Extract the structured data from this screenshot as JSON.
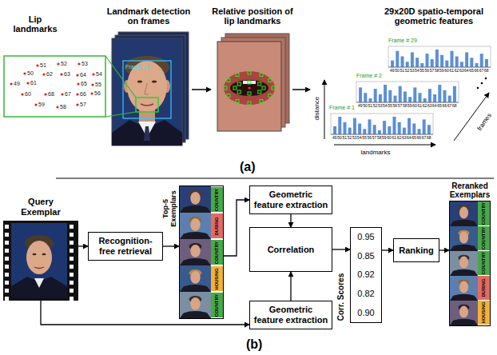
{
  "diagram": {
    "nodes": [
      {
        "text": [
          "Query Exemplar"
        ]
      },
      {
        "text": [
          "Recognition-free retrieval"
        ]
      },
      {
        "text": [
          "Top-5 Exemplars"
        ]
      },
      {
        "text": [
          "COUNTRY"
        ],
        "in": 2
      },
      {
        "text": [
          "DURING"
        ],
        "in": 2
      },
      {
        "text": [
          "COUNTRY"
        ],
        "in": 2
      },
      {
        "text": [
          "HOUSING"
        ],
        "in": 2
      },
      {
        "text": [
          "COUNTRY"
        ],
        "in": 2
      },
      {
        "text": [
          "Geometric feature extraction"
        ]
      },
      {
        "text": [
          "Correlation"
        ]
      },
      {
        "text": [
          "Geometric feature extraction"
        ]
      },
      {
        "text": [
          "Corr. Scores",
          "0.95",
          "0.85",
          "0.92",
          "0.82",
          "0.90"
        ]
      },
      {
        "text": [
          "Ranking"
        ]
      },
      {
        "text": [
          "Reranked Exemplars"
        ]
      },
      {
        "text": [
          "COUNTRY"
        ],
        "in": 13
      },
      {
        "text": [
          "COUNTRY"
        ],
        "in": 13
      },
      {
        "text": [
          "COUNTRY"
        ],
        "in": 13
      },
      {
        "text": [
          "DURING"
        ],
        "in": 13
      },
      {
        "text": [
          "HOUSING"
        ],
        "in": 13
      }
    ],
    "edges": [
      {
        "from": 0,
        "to": 1,
        "arrow": "to"
      },
      {
        "from": 0,
        "to": 10,
        "arrow": "to"
      },
      {
        "from": 1,
        "to": 2,
        "arrow": "to"
      },
      {
        "from": 2,
        "to": 8,
        "arrow": "to"
      },
      {
        "from": 8,
        "to": 9,
        "arrow": "to"
      },
      {
        "from": 10,
        "to": 9,
        "arrow": "to"
      },
      {
        "from": 9,
        "to": 11,
        "arrow": "to"
      },
      {
        "from": 11,
        "to": 12,
        "arrow": "to"
      },
      {
        "from": 12,
        "to": 13,
        "arrow": "to"
      }
    ],
    "labels": [
      "Lip landmarks",
      "Landmark detection on frames",
      "Relative position of lip landmarks",
      "29x20D spatio-temporal geometric features",
      "51",
      "52",
      "53",
      "50",
      "62",
      "63",
      "64",
      "54",
      "49",
      "61",
      "65",
      "55",
      "60",
      "68",
      "67",
      "66",
      "56",
      "59",
      "58",
      "57",
      "Frame #1",
      "distance",
      "landmarks",
      "frames",
      "Frame # 29",
      "Frame # 2",
      "Frame # 1",
      "49",
      "50",
      "51",
      "52",
      "53",
      "54",
      "55",
      "56",
      "57",
      "58",
      "59",
      "60",
      "61",
      "62",
      "63",
      "64",
      "65",
      "66",
      "67",
      "68",
      "49",
      "50",
      "51",
      "52",
      "53",
      "54",
      "55",
      "56",
      "57",
      "58",
      "59",
      "60",
      "61",
      "62",
      "63",
      "64",
      "65",
      "66",
      "67",
      "68",
      "49",
      "50",
      "51",
      "52",
      "53",
      "54",
      "55",
      "56",
      "57",
      "58",
      "59",
      "60",
      "61",
      "62",
      "63",
      "64",
      "65",
      "66",
      "67",
      "68",
      "(a)",
      "(b)"
    ]
  }
}
